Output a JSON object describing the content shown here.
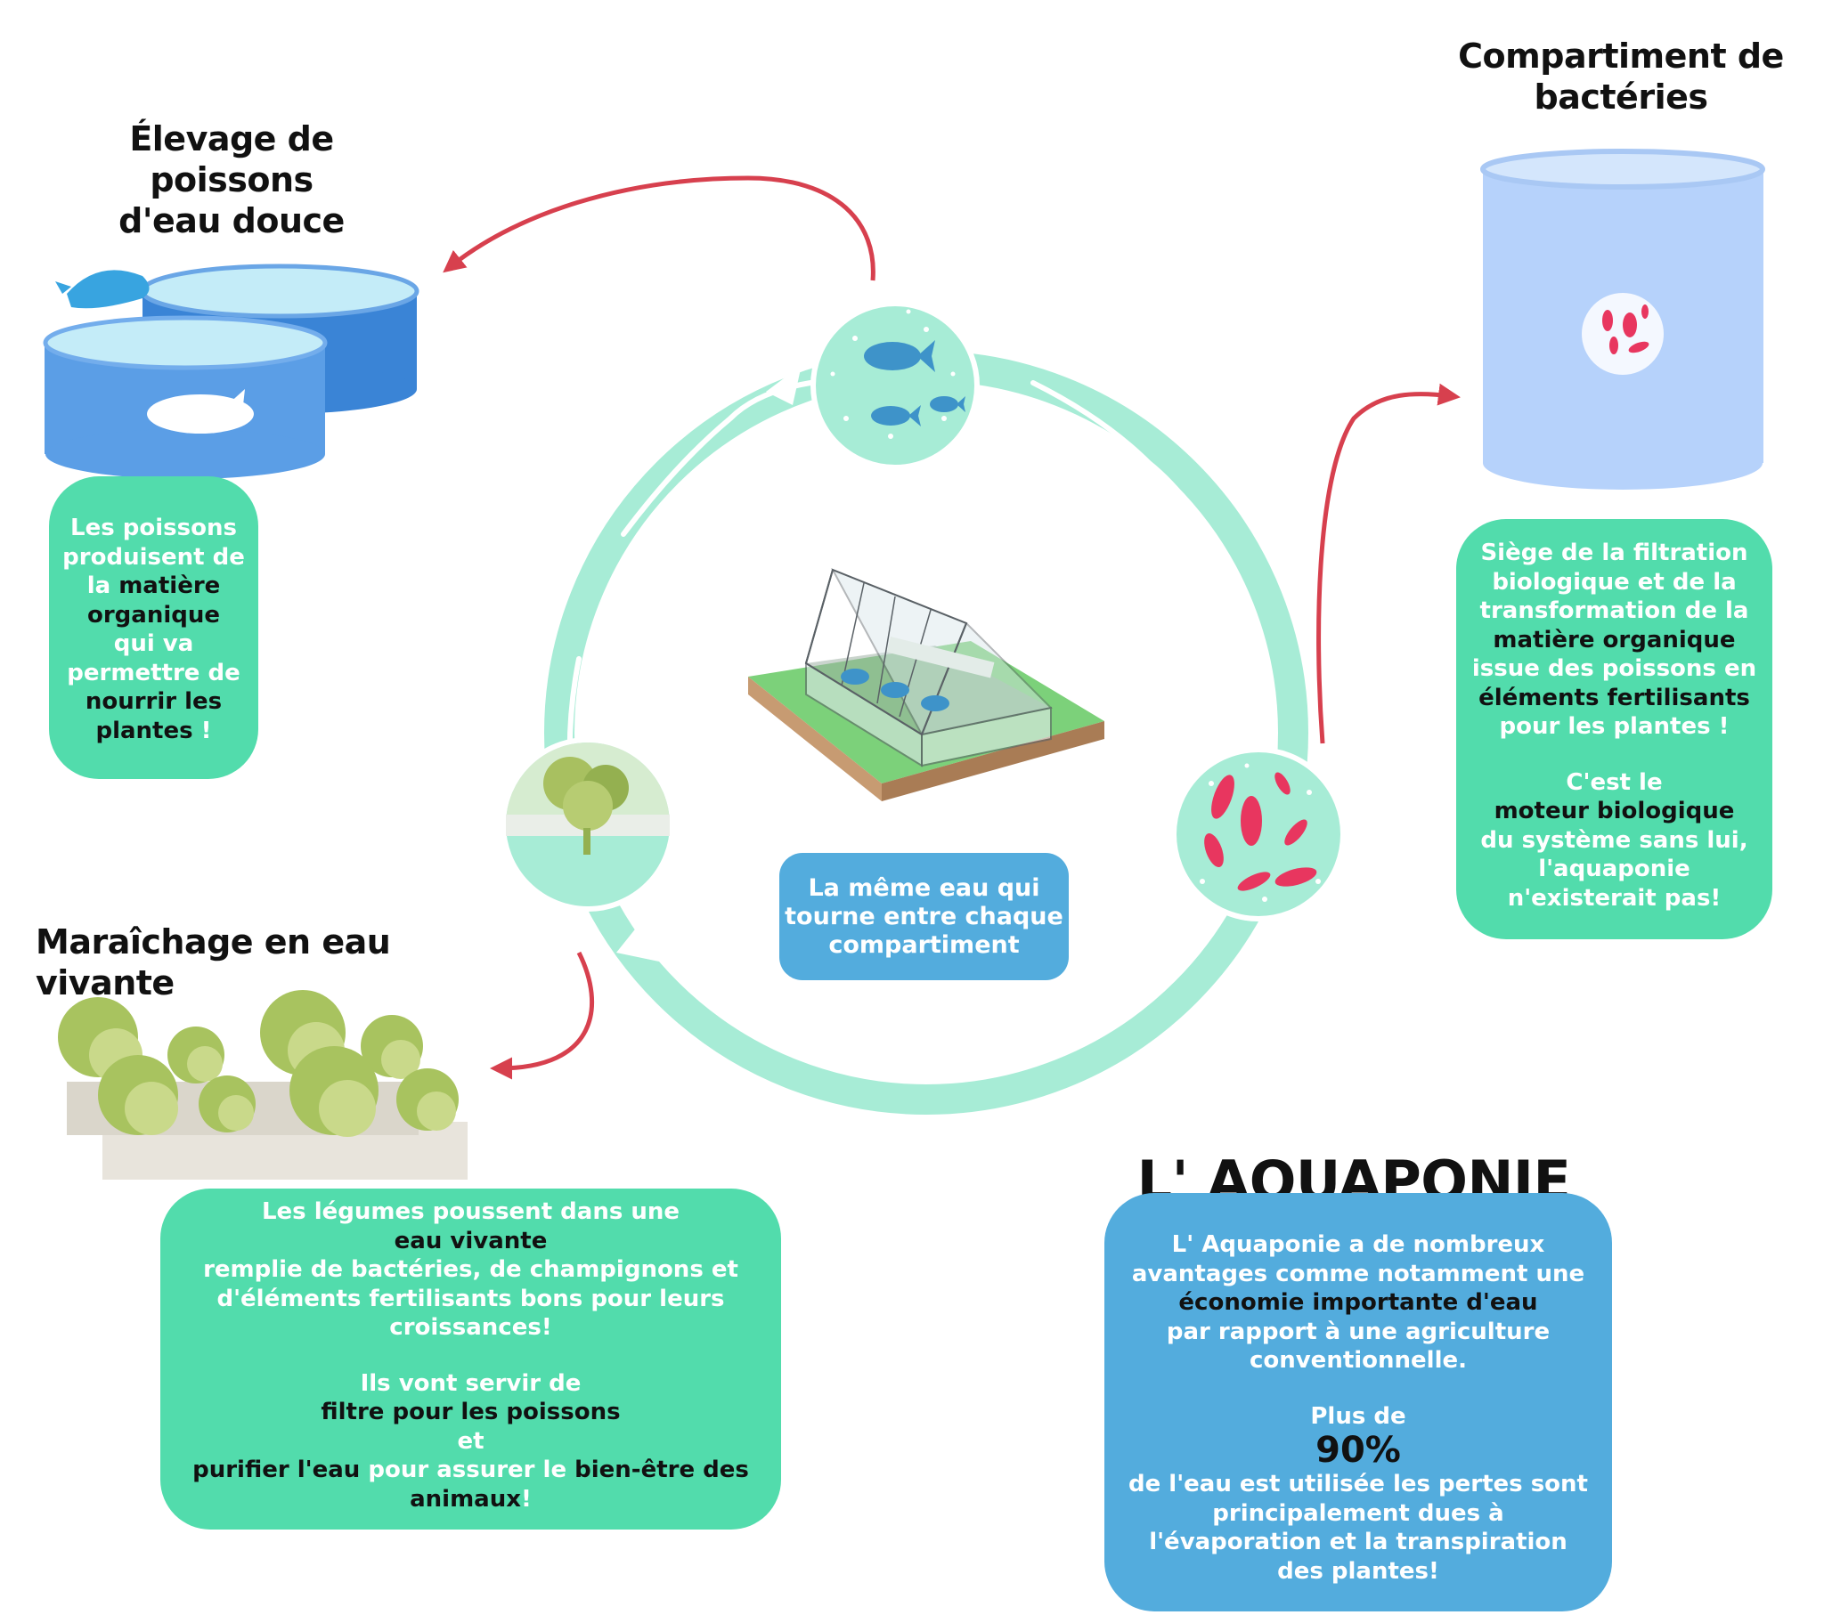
{
  "colors": {
    "cycle": "#a7ecd6",
    "arrow": "#d7404e",
    "green_box": "#52dcac",
    "blue_box": "#53acdd",
    "fish": "#3e93c9",
    "bacteria": "#e8365f",
    "tank": "#b6d2fb"
  },
  "titles": {
    "fish_line1": "Élevage de poissons",
    "fish_line2": "d'eau douce",
    "bacteria_line1": "Compartiment de",
    "bacteria_line2": "bactéries",
    "plants": "Maraîchage en eau vivante",
    "main": "L' AQUAPONIE"
  },
  "fish_box": {
    "l1": "Les poissons",
    "l2": "produisent de",
    "l3a": "la ",
    "l3b": "matière",
    "l4": "organique",
    "l5": "qui va",
    "l6": "permettre de",
    "l7": "nourrir les",
    "l8a": "plantes",
    "l8b": " !"
  },
  "bacteria_box": {
    "l1": "Siège de la filtration",
    "l2": "biologique et de la",
    "l3": "transformation de la",
    "l4": "matière organique",
    "l5": "issue des poissons en",
    "l6": "éléments fertilisants",
    "l7": "pour les plantes !",
    "l8": "C'est le",
    "l9": "moteur biologique",
    "l10": "du système sans lui,",
    "l11": "l'aquaponie",
    "l12": "n'existerait pas!"
  },
  "center_box": {
    "l1": "La même eau qui",
    "l2": "tourne entre chaque",
    "l3": "compartiment"
  },
  "plants_box": {
    "l1": "Les légumes poussent dans une",
    "l2": "eau vivante",
    "l3": "remplie de bactéries, de champignons et",
    "l4": "d'éléments fertilisants bons pour leurs",
    "l5": "croissances!",
    "l6": "Ils vont servir de",
    "l7": "filtre pour les poissons",
    "l8": "et",
    "l9a": "purifier l'eau",
    "l9b": " pour assurer le ",
    "l9c": "bien-être des",
    "l10a": "animaux",
    "l10b": "!"
  },
  "aquaponie_box": {
    "l1": "L' Aquaponie a de nombreux",
    "l2": "avantages comme notamment une",
    "l3": "économie importante d'eau",
    "l4": "par rapport à une agriculture",
    "l5": "conventionnelle.",
    "l6": "Plus de",
    "l7": "90%",
    "l8": "de l'eau est utilisée les pertes sont",
    "l9": "principalement dues à",
    "l10": "l'évaporation et la transpiration",
    "l11": "des plantes!"
  }
}
